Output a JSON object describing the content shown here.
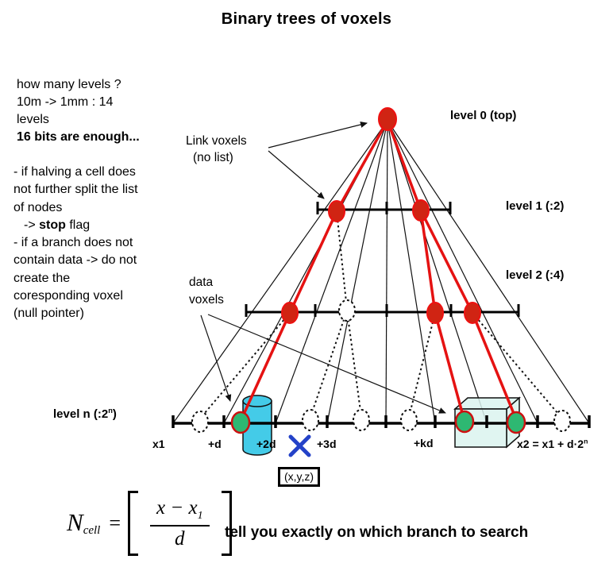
{
  "title": "Binary trees of voxels",
  "notes": {
    "levels_q": [
      "how many levels ?",
      "10m -> 1mm : 14",
      "levels"
    ],
    "bits": "16 bits are enough...",
    "rules_1": [
      "- if halving a cell does",
      "not further split the list",
      "of nodes"
    ],
    "stop_pre": "-> ",
    "stop_word": "stop",
    "stop_post": " flag",
    "rules_2": [
      "- if a branch does not",
      "contain data -> do not",
      "create the",
      "coresponding voxel",
      "(null pointer)"
    ]
  },
  "labels": {
    "link_voxels_line1": "Link voxels",
    "link_voxels_line2": "(no list)",
    "data_voxels_line1": "data",
    "data_voxels_line2": "voxels",
    "level0": "level 0 (top)",
    "level1": "level 1 (:2)",
    "level2": "level 2 (:4)",
    "leveln_base": "level n (:2",
    "leveln_sup": "n",
    "leveln_close": ")"
  },
  "axis": {
    "x1": "x1",
    "d1": "+d",
    "d2": "+2d",
    "d3": "+3d",
    "kd": "+kd",
    "x2_base": "x2 = x1 + d·2",
    "x2_sup": "n",
    "query_point": "(x,y,z)"
  },
  "formula": {
    "n": "N",
    "n_sub": "cell",
    "equals": "=",
    "numerator_base": "x − x",
    "numerator_sub": "1",
    "denominator": "d",
    "caption": "tell you exactly on which branch to search"
  },
  "colors": {
    "branch_red": "#e51212",
    "node_red_fill": "#d02413",
    "node_red_stroke": "#ee1111",
    "node_green_fill": "#2eb872",
    "node_green_stroke": "#cc1111",
    "cylinder_fill": "#44cbe8",
    "box_fill": "#daf3ef",
    "cross_blue": "#2442c8",
    "line_black": "#111111"
  }
}
